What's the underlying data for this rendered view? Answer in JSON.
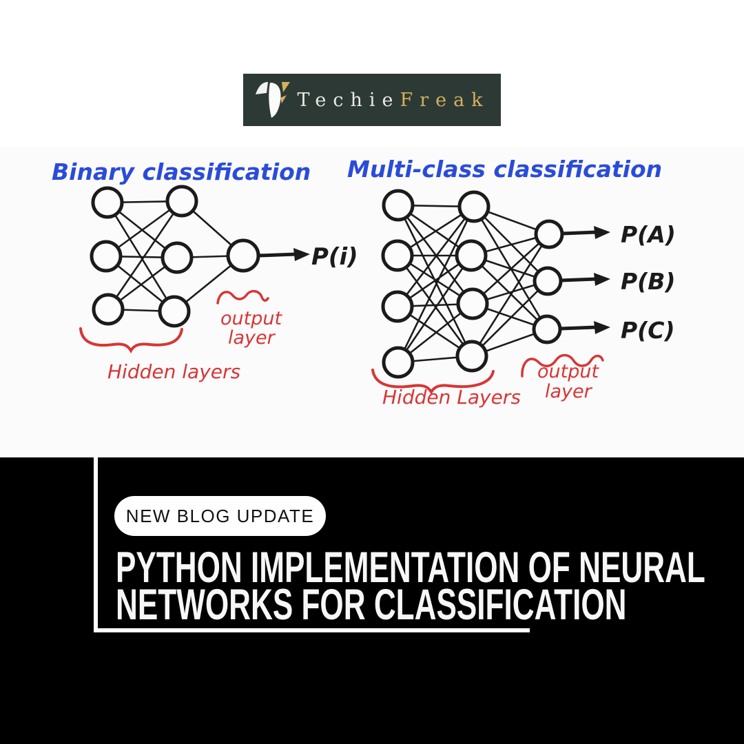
{
  "logo": {
    "brand_primary": "Techie",
    "brand_secondary": "Freak",
    "colors": {
      "background": "#2d3934",
      "primary_text": "#e9e9e6",
      "gold": "#d5b05e"
    }
  },
  "diagram": {
    "colors": {
      "ink": "#1b1b1b",
      "title_blue": "#2a4cd8",
      "annotation_red": "#d83535"
    },
    "left": {
      "title": "Binary classification",
      "structure": {
        "input_nodes": 3,
        "hidden_nodes": 3,
        "output_nodes": 1
      },
      "output_labels": [
        "P(i)"
      ],
      "hidden_label": "Hidden layers",
      "output_layer_label_line1": "output",
      "output_layer_label_line2": "layer"
    },
    "right": {
      "title": "Multi-class classification",
      "structure": {
        "input_nodes": 4,
        "hidden_nodes": 4,
        "output_nodes": 3
      },
      "output_labels": [
        "P(A)",
        "P(B)",
        "P(C)"
      ],
      "hidden_label": "Hidden Layers",
      "output_layer_label_line1": "output",
      "output_layer_label_line2": "layer"
    }
  },
  "banner": {
    "badge_label": "NEW BLOG UPDATE",
    "title_line1": "PYTHON IMPLEMENTATION OF NEURAL",
    "title_line2": "NETWORKS FOR CLASSIFICATION",
    "background": "#000000"
  }
}
